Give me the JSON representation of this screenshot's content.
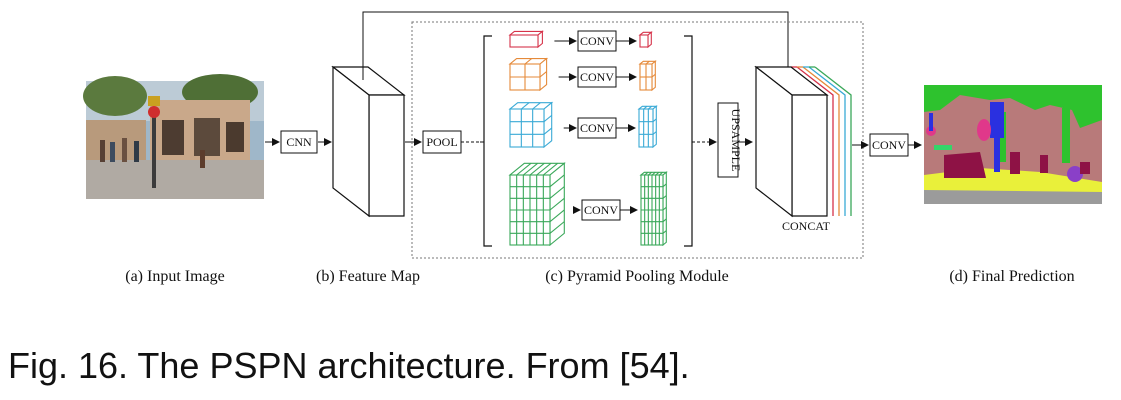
{
  "labels": {
    "input_image": "(a) Input Image",
    "feature_map": "(b) Feature Map",
    "pyramid_module": "(c) Pyramid Pooling Module",
    "final_prediction": "(d) Final Prediction"
  },
  "boxes": {
    "cnn": "CNN",
    "pool": "POOL",
    "conv": "CONV",
    "upsample": "UPSAMPLE",
    "concat": "CONCAT",
    "final_conv": "CONV"
  },
  "pyramid_levels": [
    {
      "bins": 1,
      "color": "#d6334a"
    },
    {
      "bins": 2,
      "color": "#e58a3a"
    },
    {
      "bins": 3,
      "color": "#3aaad6"
    },
    {
      "bins": 6,
      "color": "#3aa85a"
    }
  ],
  "concat_stripes": [
    "#d6334a",
    "#e58a3a",
    "#3aaad6",
    "#3aa85a"
  ],
  "caption": "Fig. 16. The PSPN architecture. From [54]."
}
